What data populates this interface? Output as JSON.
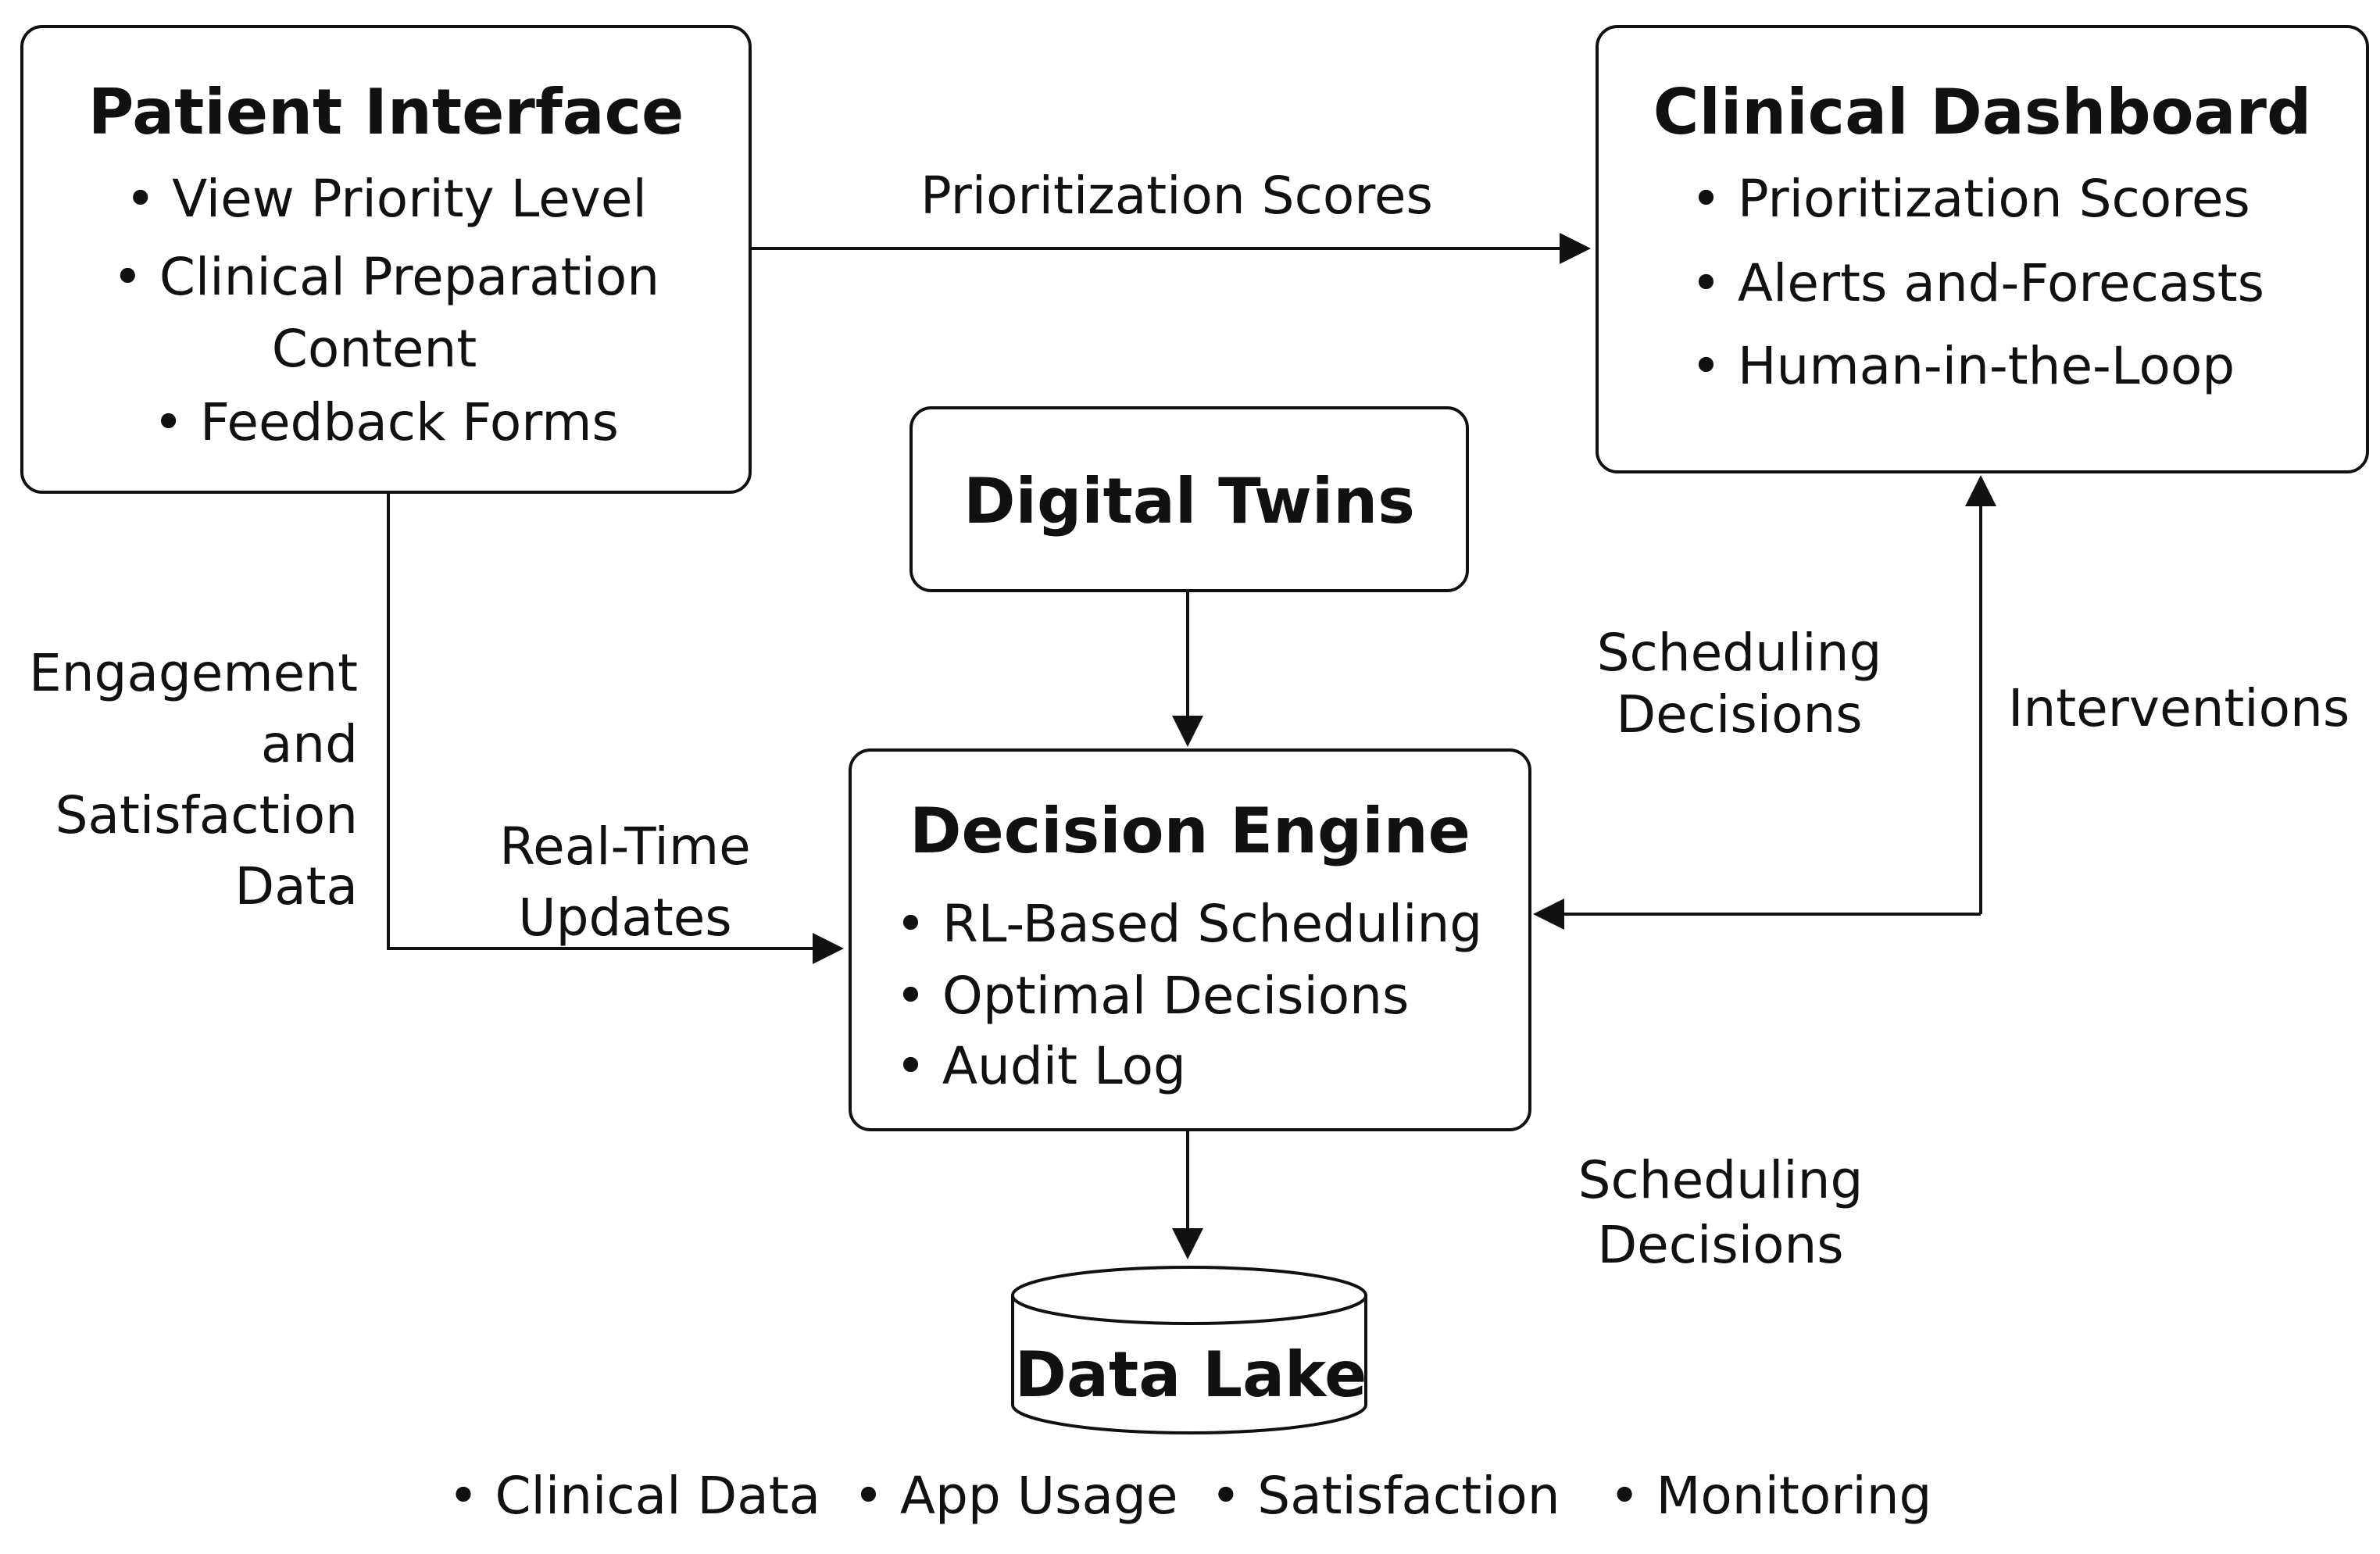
{
  "nodes": {
    "patient_interface": {
      "title": "Patient Interface",
      "items": [
        "• View Priority Level",
        "• Clinical Preparation",
        "Content",
        "• Feedback Forms"
      ]
    },
    "clinical_dashboard": {
      "title": "Clinical Dashboard",
      "items": [
        "• Prioritization Scores",
        "• Alerts and-Forecasts",
        "• Human-in-the-Loop"
      ]
    },
    "digital_twins": {
      "title": "Digital Twins"
    },
    "decision_engine": {
      "title": "Decision Engine",
      "items": [
        "• RL-Based Scheduling",
        "• Optimal Decisions",
        "• Audit Log"
      ]
    },
    "data_lake": {
      "title": "Data Lake",
      "caption": "• Clinical Data  • App Usage  • Satisfaction   • Monitoring"
    }
  },
  "edges": {
    "prioritization_scores": "Prioritization Scores",
    "engagement": [
      "Engagement",
      "and",
      "Satisfaction",
      "Data"
    ],
    "real_time_updates": [
      "Real-Time",
      "Updates"
    ],
    "scheduling_decisions_upper": [
      "Scheduling",
      "Decisions"
    ],
    "interventions": "Interventions",
    "scheduling_decisions_lower": [
      "Scheduling",
      "Decisions"
    ]
  }
}
